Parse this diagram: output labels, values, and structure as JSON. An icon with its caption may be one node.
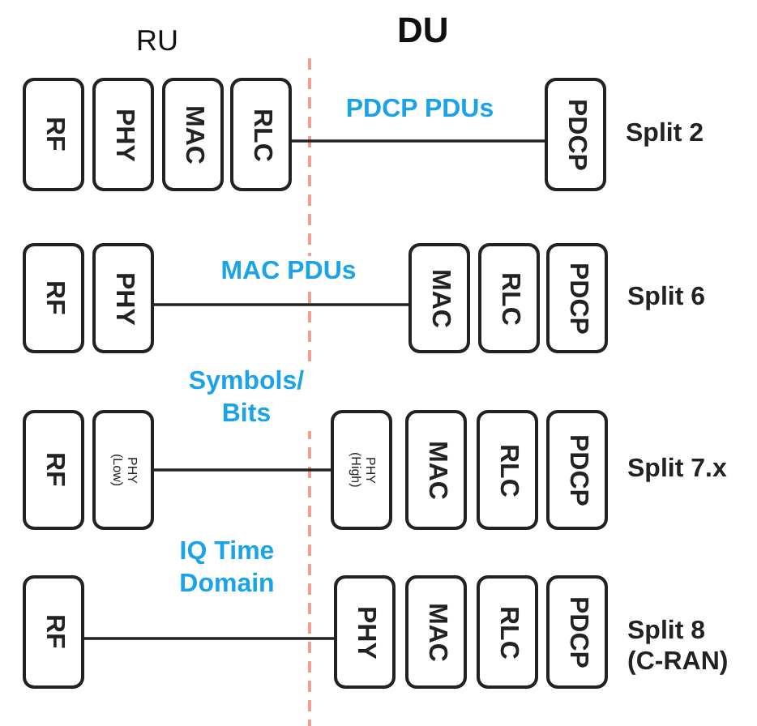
{
  "diagram": {
    "nodes": [
      {
        "text": [
          "RF"
        ]
      },
      {
        "text": [
          "PHY"
        ]
      },
      {
        "text": [
          "MAC"
        ]
      },
      {
        "text": [
          "RLC"
        ]
      },
      {
        "text": [
          "PDCP"
        ],
        "beside": [
          "Split 2"
        ]
      },
      {
        "text": [
          "RF"
        ]
      },
      {
        "text": [
          "PHY"
        ]
      },
      {
        "text": [
          "MAC"
        ]
      },
      {
        "text": [
          "RLC"
        ]
      },
      {
        "text": [
          "PDCP"
        ],
        "beside": [
          "Split 6"
        ]
      },
      {
        "text": [
          "RF"
        ]
      },
      {
        "text": [
          "PHY (Low)"
        ]
      },
      {
        "text": [
          "PHY (High)"
        ]
      },
      {
        "text": [
          "MAC"
        ]
      },
      {
        "text": [
          "RLC"
        ]
      },
      {
        "text": [
          "PDCP"
        ],
        "beside": [
          "Split 7.x"
        ]
      },
      {
        "text": [
          "RF"
        ]
      },
      {
        "text": [
          "PHY"
        ]
      },
      {
        "text": [
          "MAC"
        ]
      },
      {
        "text": [
          "RLC"
        ]
      },
      {
        "text": [
          "PDCP"
        ],
        "beside": [
          "Split 8 (C-RAN)"
        ]
      }
    ],
    "edges": [
      {
        "from": 3,
        "to": 4,
        "arrow": "none",
        "label": "PDCP PDUs"
      },
      {
        "from": 6,
        "to": 7,
        "arrow": "none",
        "label": "MAC PDUs"
      },
      {
        "from": 11,
        "to": 12,
        "arrow": "none",
        "label": "Symbols/ Bits"
      },
      {
        "from": 16,
        "to": 17,
        "arrow": "none",
        "label": "IQ Time Domain"
      }
    ],
    "labels": [
      "DU",
      "RU"
    ]
  }
}
